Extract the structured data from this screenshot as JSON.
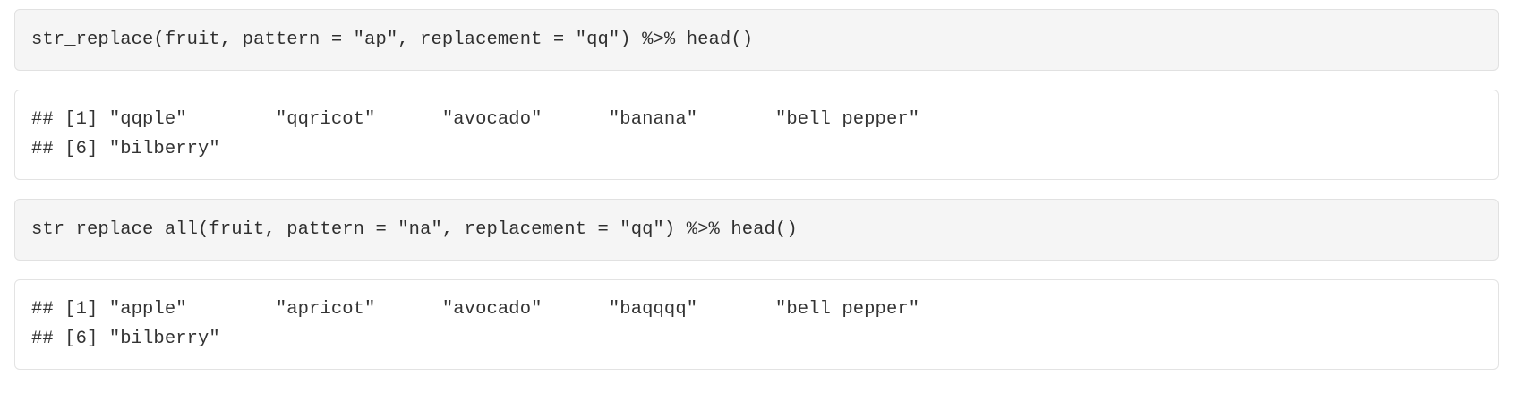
{
  "document": {
    "type": "r-markdown-console-transcript",
    "language": "R",
    "theme": {
      "page_background": "#ffffff",
      "code_background": "#f5f5f5",
      "code_border": "#e1e1e1",
      "output_background": "#ffffff",
      "output_border": "#e3e3e3",
      "text_color": "#2f2f2f"
    }
  },
  "blocks": [
    {
      "kind": "code",
      "name": "code-block-str-replace",
      "lines": [
        "str_replace(fruit, pattern = \"ap\", replacement = \"qq\") %>% head()"
      ],
      "text": "str_replace(fruit, pattern = \"ap\", replacement = \"qq\") %>% head()",
      "call": {
        "function": "str_replace",
        "arguments": [
          {
            "name": "",
            "value": "fruit"
          },
          {
            "name": "pattern",
            "value": "\"ap\""
          },
          {
            "name": "replacement",
            "value": "\"qq\""
          }
        ],
        "pipe": "%>%",
        "piped_to": "head()"
      }
    },
    {
      "kind": "output",
      "name": "output-block-str-replace",
      "lines": [
        "## [1] \"qqple\"        \"qqricot\"      \"avocado\"      \"banana\"       \"bell pepper\"",
        "## [6] \"bilberry\""
      ],
      "prefix": "##",
      "indices": [
        "[1]",
        "[6]"
      ],
      "values": [
        "\"qqple\"",
        "\"qqricot\"",
        "\"avocado\"",
        "\"banana\"",
        "\"bell pepper\"",
        "\"bilberry\""
      ]
    },
    {
      "kind": "code",
      "name": "code-block-str-replace-all",
      "lines": [
        "str_replace_all(fruit, pattern = \"na\", replacement = \"qq\") %>% head()"
      ],
      "text": "str_replace_all(fruit, pattern = \"na\", replacement = \"qq\") %>% head()",
      "call": {
        "function": "str_replace_all",
        "arguments": [
          {
            "name": "",
            "value": "fruit"
          },
          {
            "name": "pattern",
            "value": "\"na\""
          },
          {
            "name": "replacement",
            "value": "\"qq\""
          }
        ],
        "pipe": "%>%",
        "piped_to": "head()"
      }
    },
    {
      "kind": "output",
      "name": "output-block-str-replace-all",
      "lines": [
        "## [1] \"apple\"        \"apricot\"      \"avocado\"      \"baqqqq\"       \"bell pepper\"",
        "## [6] \"bilberry\""
      ],
      "prefix": "##",
      "indices": [
        "[1]",
        "[6]"
      ],
      "values": [
        "\"apple\"",
        "\"apricot\"",
        "\"avocado\"",
        "\"baqqqq\"",
        "\"bell pepper\"",
        "\"bilberry\""
      ]
    }
  ]
}
